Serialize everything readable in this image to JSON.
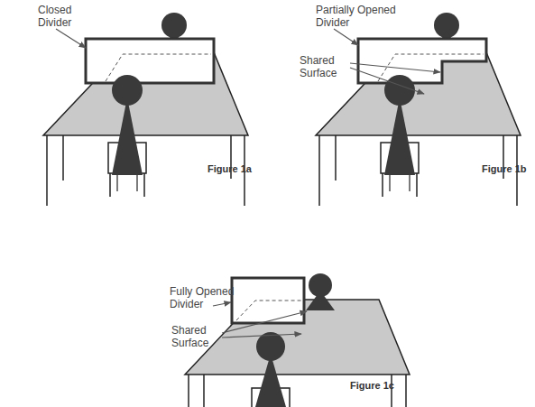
{
  "diagram": {
    "labels": [
      "Closed Divider",
      "Partially Opened Divider",
      "Shared Surface",
      "Figure 1a",
      "Figure 1b",
      "Fully Opened Divider",
      "Shared Surface",
      "Figure 1c"
    ]
  }
}
